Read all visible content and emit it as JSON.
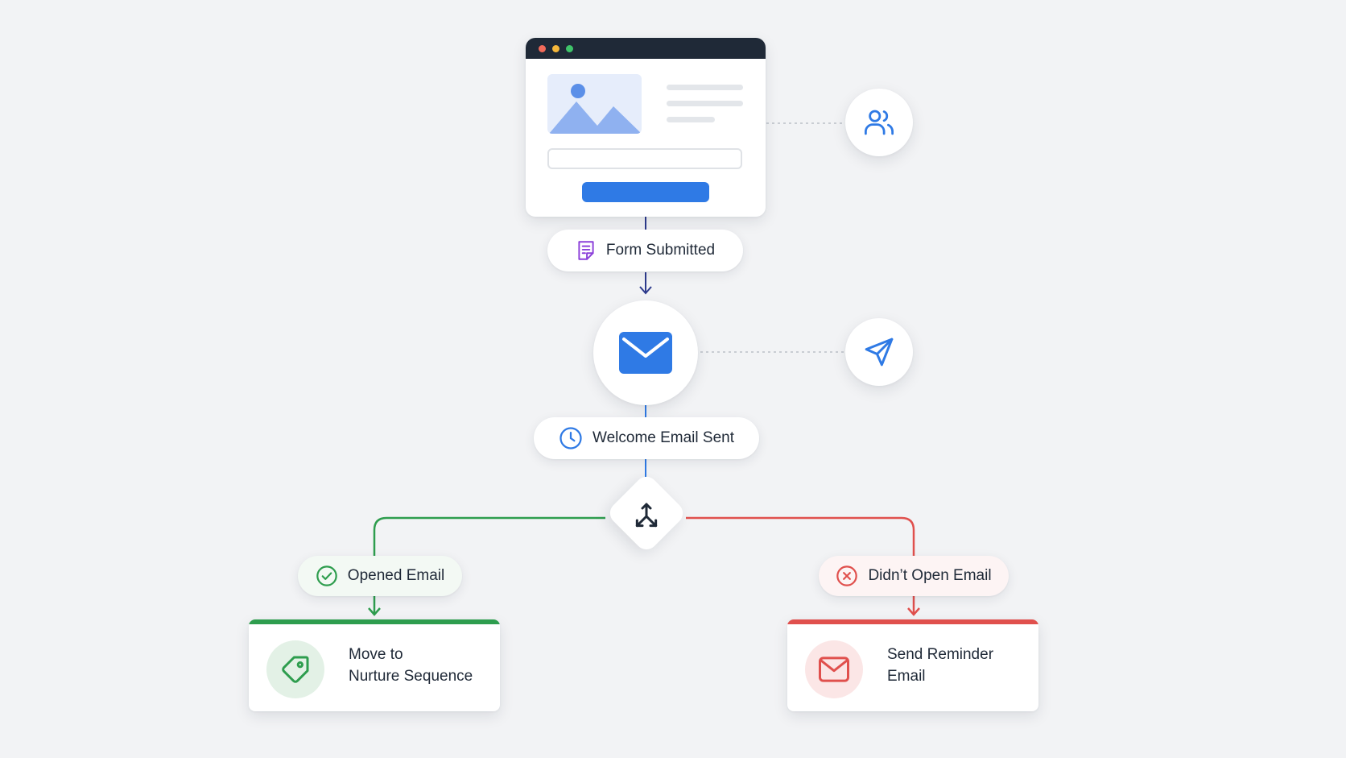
{
  "flow": {
    "trigger_label": "Form Submitted",
    "email_label": "Welcome Email Sent",
    "branch_yes_label": "Opened Email",
    "branch_no_label": "Didn’t Open Email",
    "yes_action": {
      "line1": "Move to",
      "line2": "Nurture Sequence"
    },
    "no_action": {
      "line1": "Send Reminder",
      "line2": "Email"
    }
  },
  "colors": {
    "background": "#f2f3f5",
    "primary_blue": "#2f7ae5",
    "trigger_purple": "#8b3fd9",
    "success_green": "#2e9d4e",
    "danger_red": "#e0504d",
    "dark": "#1f2937"
  },
  "icons": {
    "audience": "users-icon",
    "email": "envelope-icon",
    "send": "paper-plane-icon",
    "trigger": "form-document-icon",
    "time": "clock-icon",
    "split": "split-arrows-icon",
    "success": "check-circle-icon",
    "failure": "x-circle-icon",
    "tag": "tag-icon",
    "reminder": "envelope-outline-icon"
  }
}
